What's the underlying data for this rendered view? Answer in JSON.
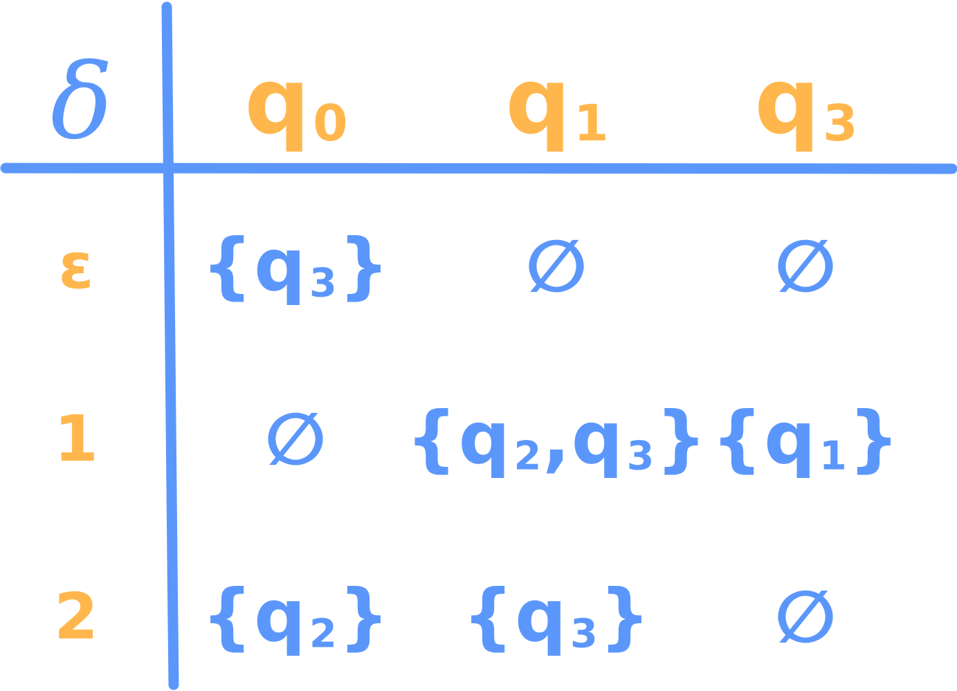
{
  "colors": {
    "grid": "#5b97fb",
    "state": "#ffb74d",
    "entry": "#5b97fb"
  },
  "table": {
    "corner": "δ",
    "columns": [
      {
        "base": "q",
        "sub": "0"
      },
      {
        "base": "q",
        "sub": "1"
      },
      {
        "base": "q",
        "sub": "3"
      }
    ],
    "rows": [
      {
        "symbol": "ε",
        "cells": [
          [
            {
              "base": "q",
              "sub": "3"
            }
          ],
          [],
          []
        ]
      },
      {
        "symbol": "1",
        "cells": [
          [],
          [
            {
              "base": "q",
              "sub": "2"
            },
            {
              "base": "q",
              "sub": "3"
            }
          ],
          [
            {
              "base": "q",
              "sub": "1"
            }
          ]
        ]
      },
      {
        "symbol": "2",
        "cells": [
          [
            {
              "base": "q",
              "sub": "2"
            }
          ],
          [
            {
              "base": "q",
              "sub": "3"
            }
          ],
          []
        ]
      }
    ]
  }
}
